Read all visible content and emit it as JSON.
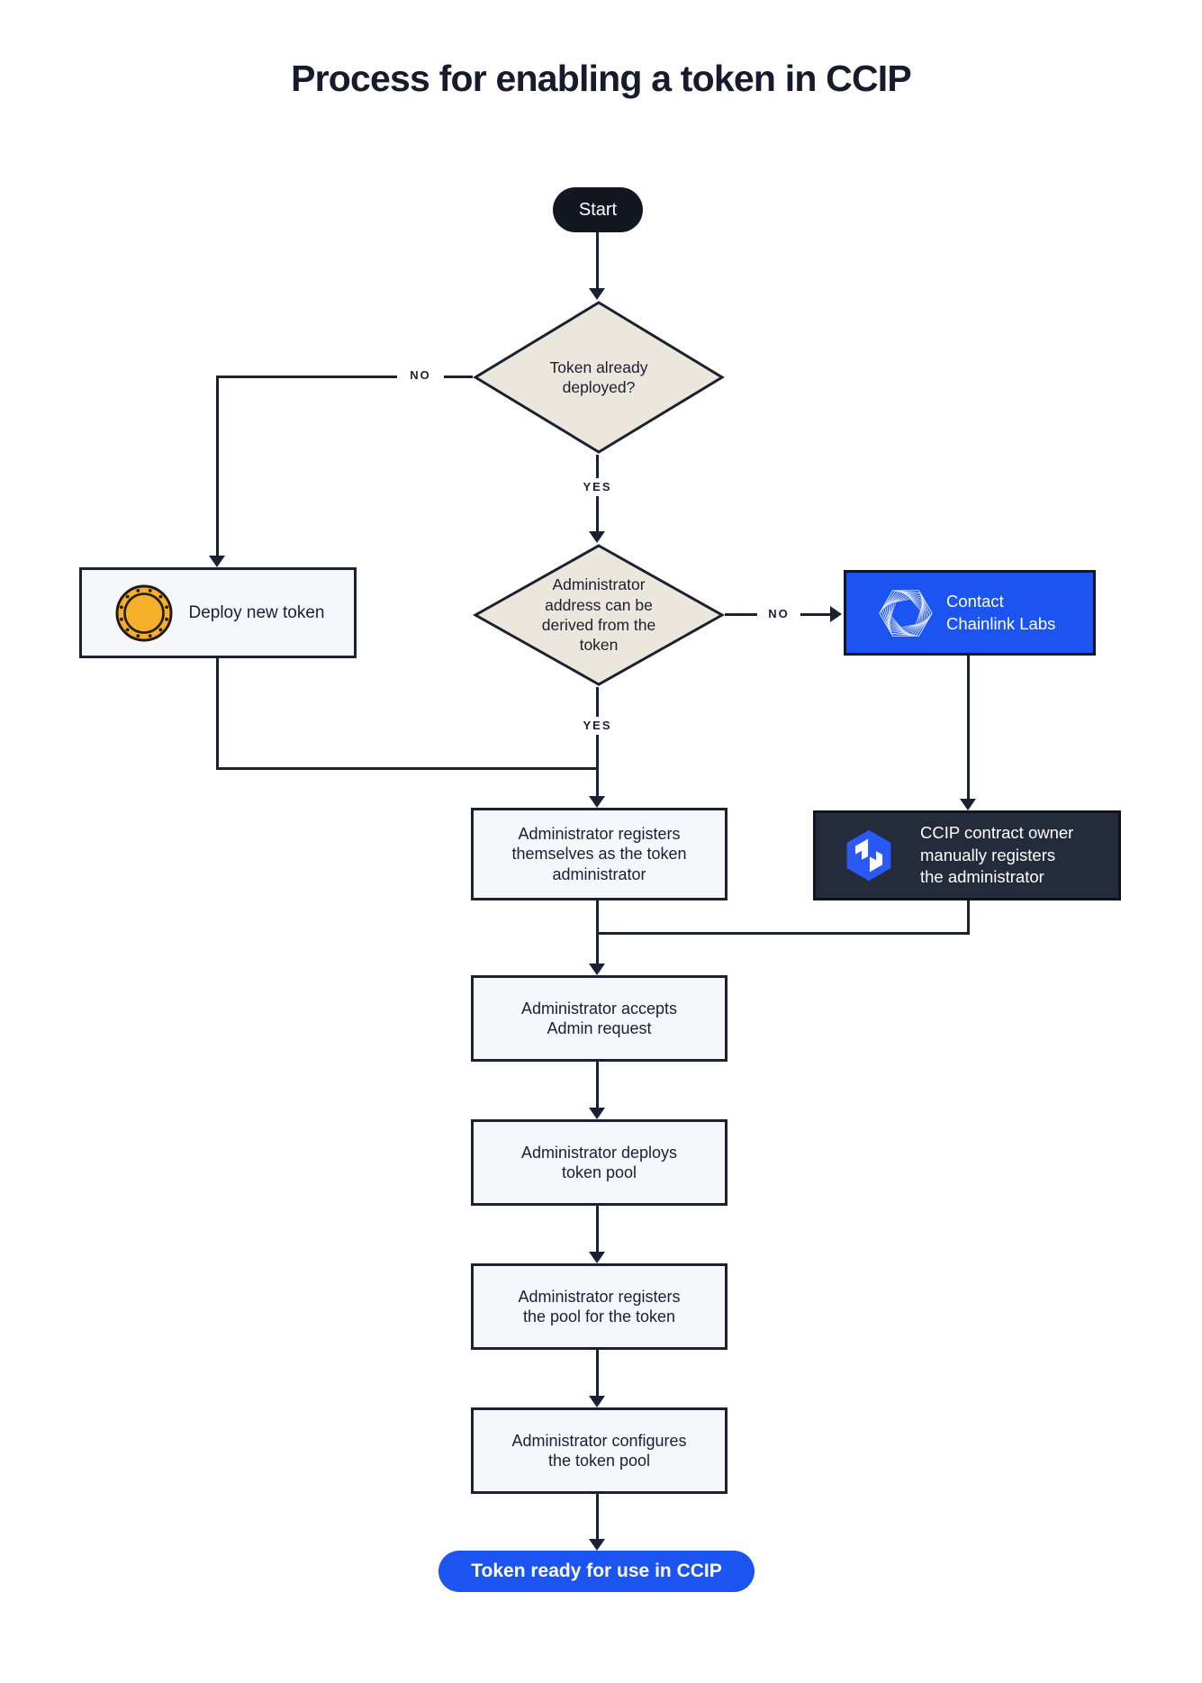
{
  "title": "Process for enabling a token in CCIP",
  "flow": {
    "start": "Start",
    "decision_token_deployed": "Token already\ndeployed?",
    "deploy_new_token": "Deploy new token",
    "decision_admin_address": "Administrator\naddress can be\nderived from the\ntoken",
    "contact_chainlink": "Contact\nChainlink Labs",
    "ccip_owner_registers": "CCIP contract owner\nmanually registers\nthe administrator",
    "admin_registers_self": "Administrator registers\nthemselves as the token\nadministrator",
    "admin_accepts": "Administrator accepts\nAdmin request",
    "admin_deploys_pool": "Administrator deploys\ntoken pool",
    "admin_registers_pool": "Administrator registers\nthe pool for the token",
    "admin_configures_pool": "Administrator configures\nthe token pool",
    "end": "Token ready for use in CCIP"
  },
  "edge_labels": {
    "no_token_deployed": "NO",
    "yes_token_deployed": "YES",
    "no_admin_address": "NO",
    "yes_admin_address": "YES"
  },
  "icons": {
    "coin": "gold-coin-icon",
    "chainlink": "chainlink-labs-logo",
    "ccip": "ccip-logo"
  },
  "colors": {
    "line_navy": "#1B2130",
    "title_navy": "#161C2C",
    "start_pill": "#131722",
    "diamond_cream": "#ECE7DC",
    "light_box": "#F5F7FB",
    "accent_blue": "#1C54F1",
    "dark_box": "#242B3A",
    "coin_gold": "#F5B02A",
    "ccip_logo_blue": "#2B59F5"
  }
}
